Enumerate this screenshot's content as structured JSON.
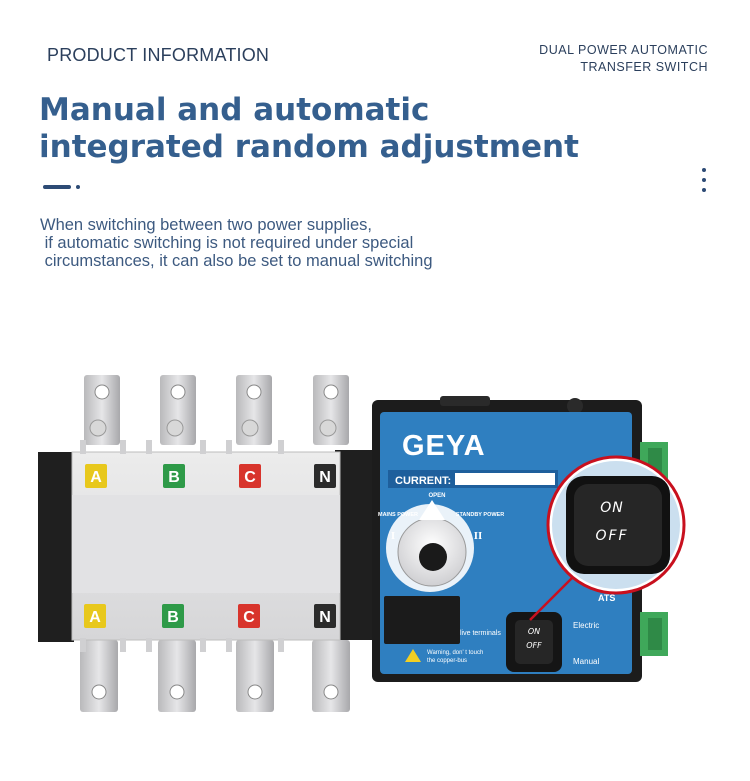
{
  "header": {
    "left_title": "PRODUCT INFORMATION",
    "right_line1": "DUAL POWER AUTOMATIC",
    "right_line2": "TRANSFER SWITCH"
  },
  "headline": {
    "line1": "Manual and automatic",
    "line2": "integrated random adjustment"
  },
  "body": {
    "line1": "When switching between two power supplies,",
    "line2": " if automatic switching is not required under special",
    "line3": " circumstances, it can also be set to manual switching"
  },
  "product": {
    "brand": "GEYA",
    "current_label": "CURRENT:",
    "phases_top": [
      "A",
      "B",
      "C",
      "N"
    ],
    "phases_bottom": [
      "A",
      "B",
      "C",
      "N"
    ],
    "phase_colors": [
      "#e8c81c",
      "#2e9a48",
      "#d8342c",
      "#2b2b2b"
    ],
    "knob_open": "OPEN",
    "knob_mains": "MAINS POWER",
    "knob_standby": "STANDBY POWER",
    "knob_one": "I",
    "knob_two": "II",
    "ats_label": "ATS",
    "on_label": "ON",
    "off_label": "OFF",
    "electric_label": "Electric",
    "manual_label": "Manual",
    "live_terminals": "live terminals",
    "warning_line1": "Warning, don' t touch",
    "warning_line2": "the copper-bus"
  },
  "colors": {
    "panel_blue": "#2f7fc0",
    "callout_red": "#c8101e",
    "headline_blue": "#355f8e"
  }
}
